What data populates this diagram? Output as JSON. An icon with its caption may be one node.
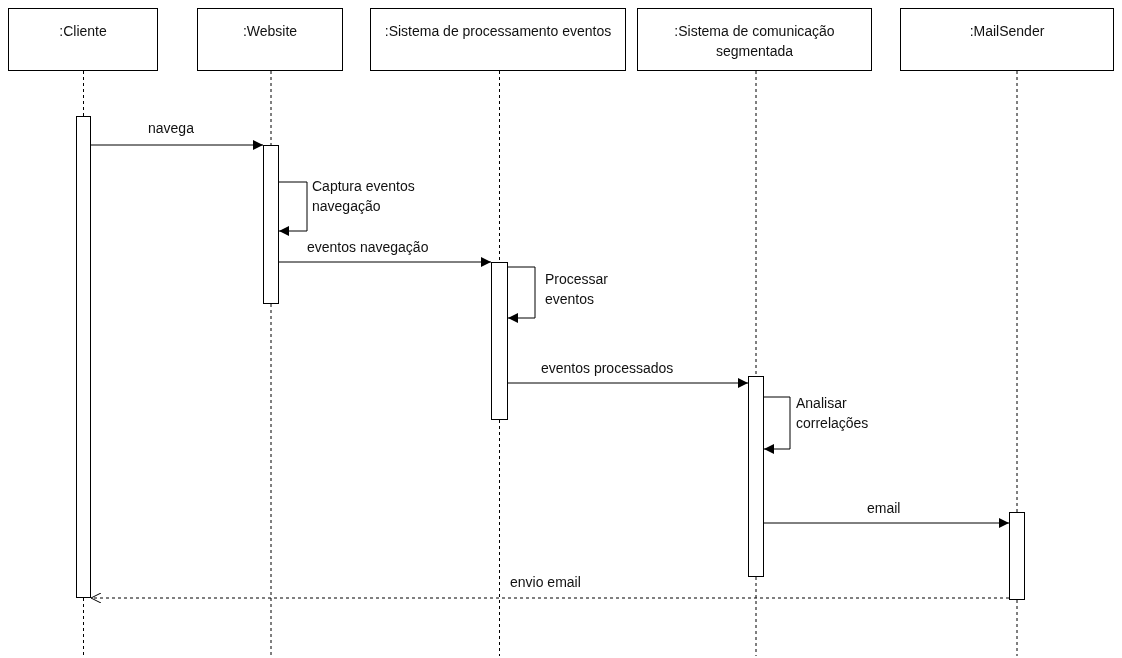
{
  "diagram": {
    "nodes": [
      {
        "text": [
          ":Cliente"
        ]
      },
      {
        "text": [
          ":Website"
        ]
      },
      {
        "text": [
          ":Sistema de processamento eventos"
        ]
      },
      {
        "text": [
          ":Sistema de comunicação segmentada"
        ]
      },
      {
        "text": [
          ":MailSender"
        ]
      },
      {
        "text": [],
        "shape": "bar"
      },
      {
        "text": [],
        "shape": "bar"
      },
      {
        "text": [],
        "shape": "bar"
      },
      {
        "text": [],
        "shape": "bar"
      },
      {
        "text": [],
        "shape": "bar"
      }
    ],
    "edges": [
      {
        "from": 0,
        "to": 5,
        "arrow": "none",
        "style": "dashed"
      },
      {
        "from": 1,
        "to": 6,
        "arrow": "none",
        "style": "dashed"
      },
      {
        "from": 2,
        "to": 7,
        "arrow": "none",
        "style": "dashed"
      },
      {
        "from": 3,
        "to": 8,
        "arrow": "none",
        "style": "dashed"
      },
      {
        "from": 4,
        "to": 9,
        "arrow": "none",
        "style": "dashed"
      },
      {
        "from": 5,
        "to": 6,
        "arrow": "to",
        "label": "navega"
      },
      {
        "from": 6,
        "to": 6,
        "arrow": "to",
        "label": "Captura eventos navegação"
      },
      {
        "from": 6,
        "to": 7,
        "arrow": "to",
        "label": "eventos navegação"
      },
      {
        "from": 7,
        "to": 7,
        "arrow": "to",
        "label": "Processar eventos"
      },
      {
        "from": 7,
        "to": 8,
        "arrow": "to",
        "label": "eventos processados"
      },
      {
        "from": 8,
        "to": 8,
        "arrow": "to",
        "label": "Analisar correlações"
      },
      {
        "from": 8,
        "to": 9,
        "arrow": "to",
        "label": "email"
      },
      {
        "from": 9,
        "to": 5,
        "arrow": "to",
        "label": "envio email",
        "style": "dashed"
      }
    ]
  }
}
